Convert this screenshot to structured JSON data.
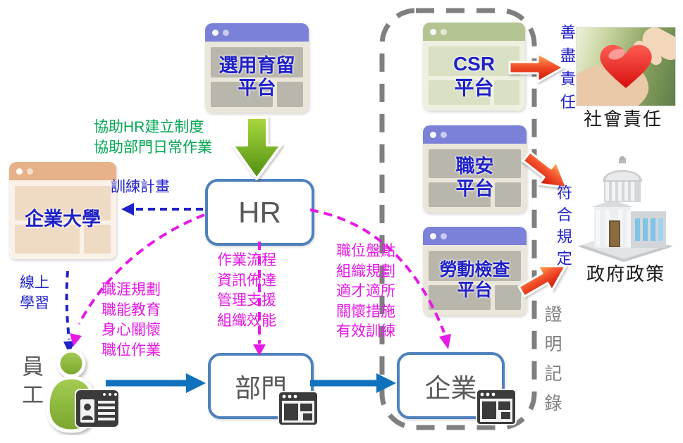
{
  "colors": {
    "magenta": "#E619E6",
    "blue_text": "#2021C8",
    "green_text": "#00A651",
    "node_border": "#4F81BD",
    "node_text": "#595959",
    "flow_arrow_blue": "#1072BC",
    "container_dash_gray": "#7F7F7F",
    "gray_text": "#7F7F7F",
    "window_purple": "#7B80D8",
    "window_tan": "#E7B289",
    "window_green": "#B3C492",
    "red_arrow": "#DC1C04",
    "green_arrow": "#5E9B14",
    "person_green": "#8CB946"
  },
  "windows": {
    "selection": {
      "lines": [
        "選用育留",
        "平台"
      ]
    },
    "university": {
      "lines": [
        "企業大學"
      ]
    },
    "csr": {
      "lines": [
        "CSR",
        "平台"
      ]
    },
    "safety": {
      "lines": [
        "職安",
        "平台"
      ]
    },
    "labor": {
      "lines": [
        "勞動檢查",
        "平台"
      ]
    }
  },
  "nodes": {
    "hr": "HR",
    "department": "部門",
    "company": "企業",
    "employee": "員工"
  },
  "annotations": {
    "assist": [
      "協助HR建立制度",
      "協助部門日常作業"
    ],
    "training_plan": "訓練計畫",
    "online_learning": [
      "線上",
      "學習"
    ],
    "employee_items": [
      "職涯規劃",
      "職能教育",
      "身心關懷",
      "職位作業"
    ],
    "department_items": [
      "作業流程",
      "資訊佈達",
      "管理支援",
      "組織效能"
    ],
    "company_items": [
      "職位盤點",
      "組織規劃",
      "適才適所",
      "關懷措施",
      "有效訓練"
    ],
    "csr_outcome": "善盡責任",
    "social_responsibility": "社會責任",
    "comply": "符合規定",
    "government_policy": "政府政策",
    "certification": "證明記錄"
  },
  "icons": {
    "browser_icon": "dark browser window glyph",
    "id_card_icon": "resume id-card glyph",
    "person_icon": "green employee silhouette",
    "government_icon": "government building with dome",
    "heart_photo": "hands holding red heart"
  }
}
